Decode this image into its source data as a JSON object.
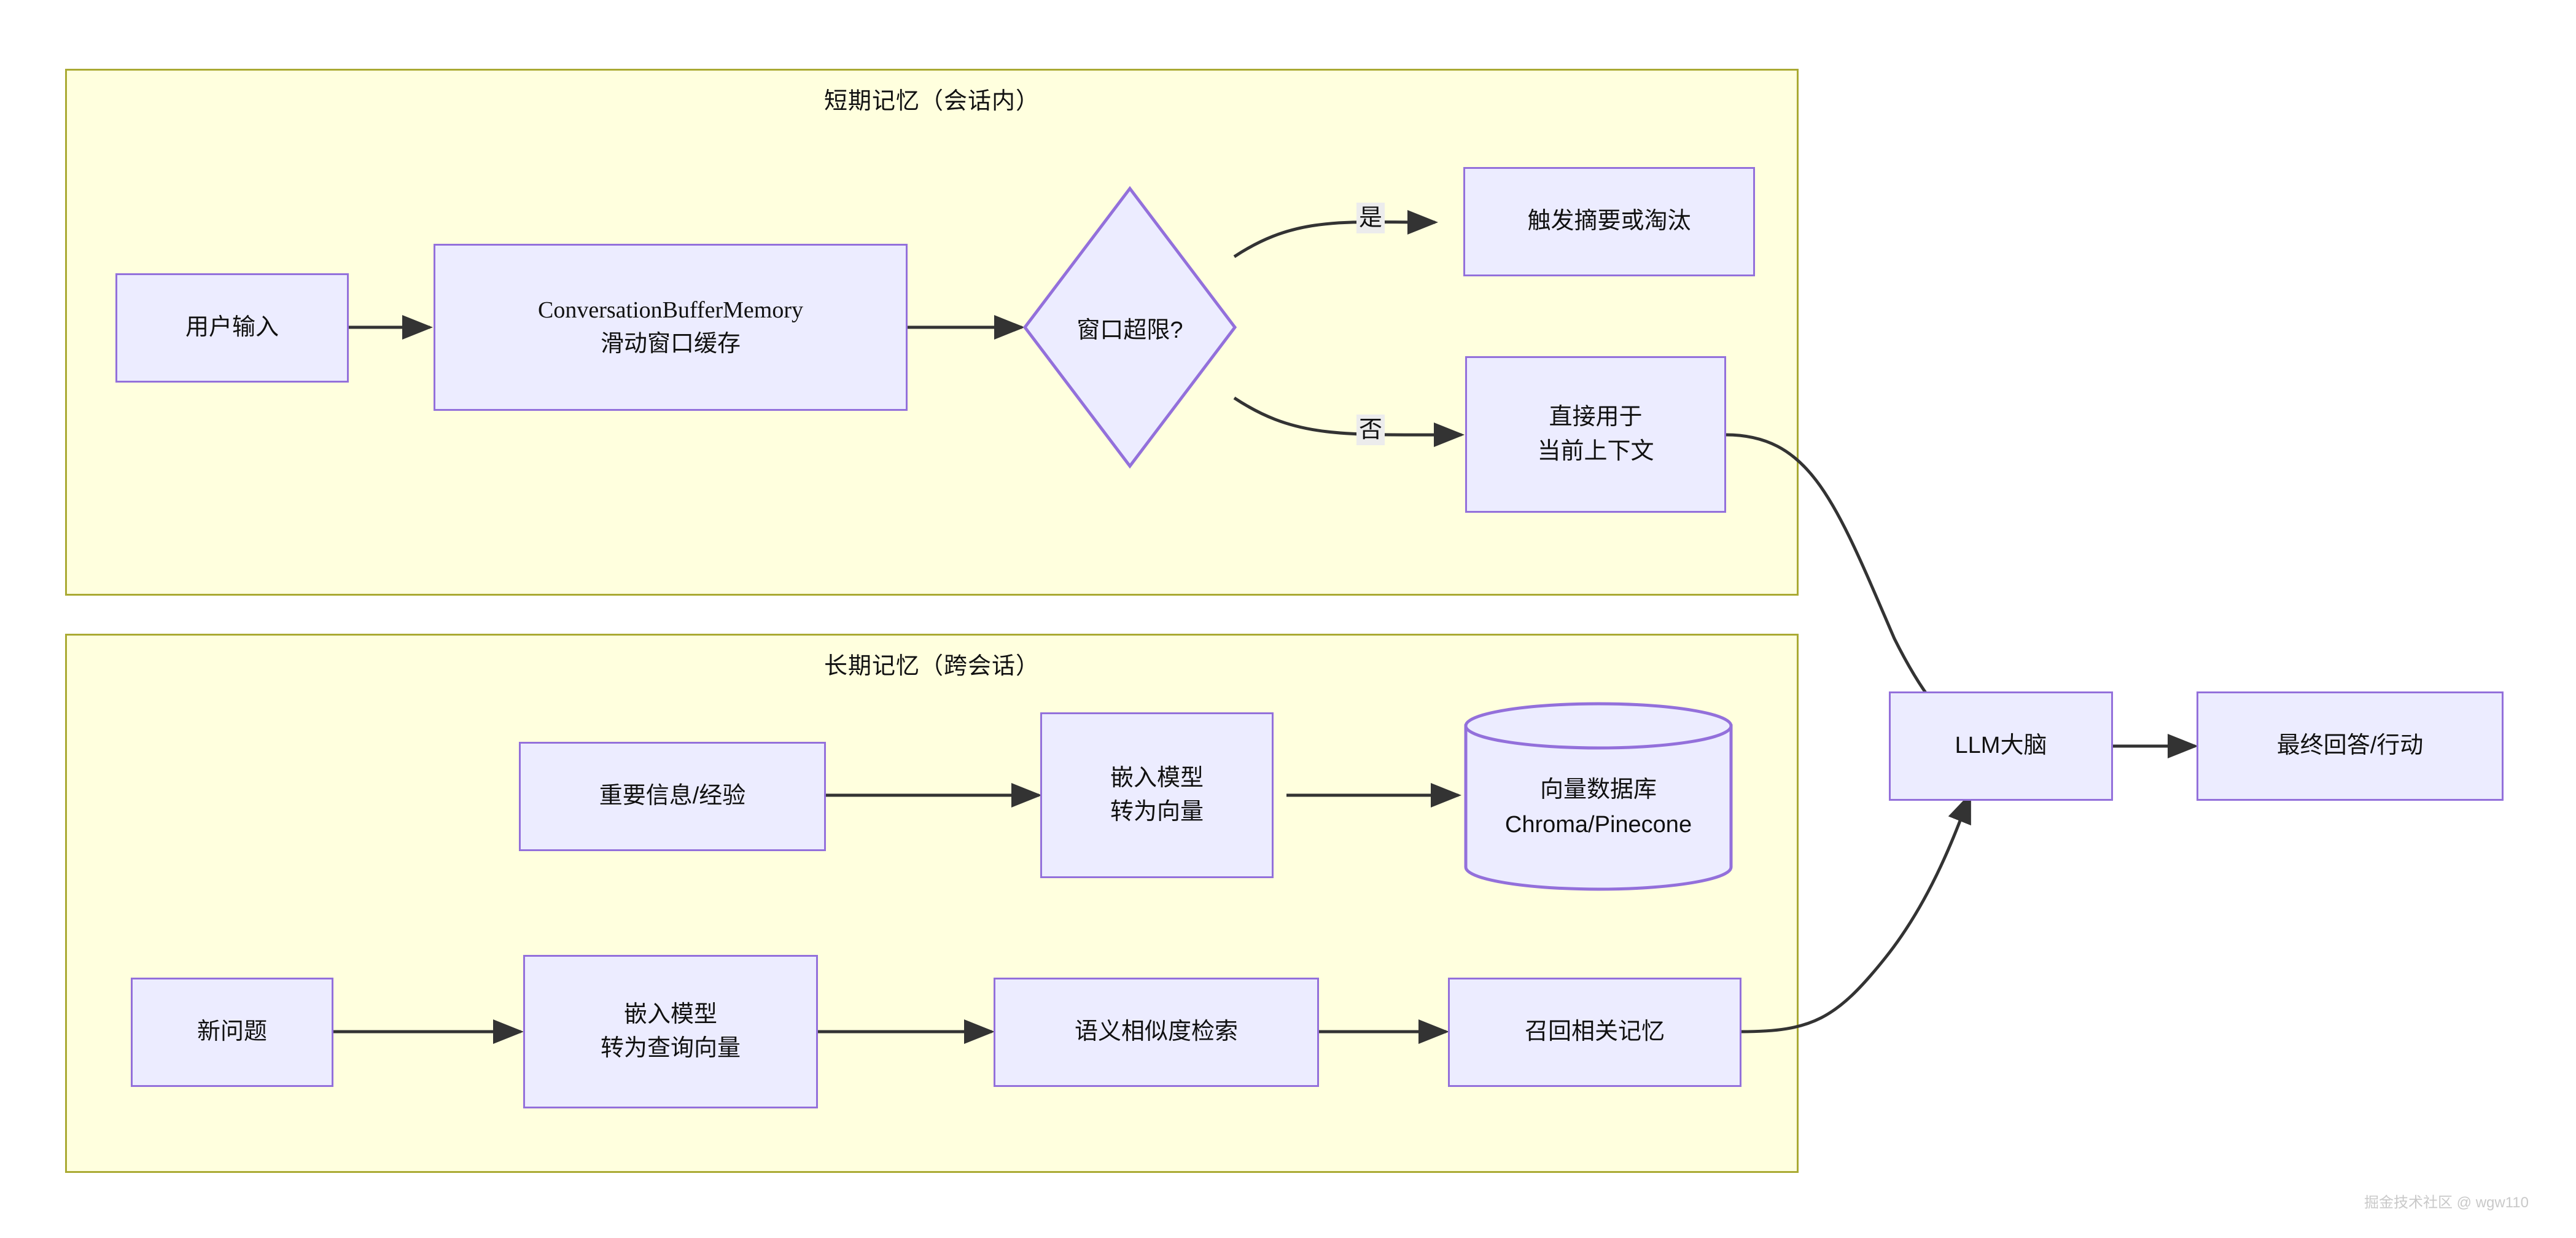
{
  "diagram": {
    "type": "flowchart",
    "direction": "left-to-right",
    "theme": {
      "node_fill": "#ececff",
      "node_border": "#9370db",
      "cluster_fill": "#ffffde",
      "cluster_border": "#aaaa33",
      "edge_color": "#333333",
      "edge_label_bg": "#ececec",
      "text_color": "#111111",
      "canvas": "#ffffff"
    },
    "clusters": [
      {
        "id": "short_term",
        "title": "短期记忆（会话内）"
      },
      {
        "id": "long_term",
        "title": "长期记忆（跨会话）"
      }
    ],
    "nodes": [
      {
        "id": "user_input",
        "shape": "rect",
        "lines": [
          "用户输入"
        ]
      },
      {
        "id": "buffer_mem",
        "shape": "rect",
        "lines": [
          "ConversationBufferMemory",
          "滑动窗口缓存"
        ]
      },
      {
        "id": "window_check",
        "shape": "diamond",
        "lines": [
          "窗口超限?"
        ]
      },
      {
        "id": "summarize",
        "shape": "rect",
        "lines": [
          "触发摘要或淘汰"
        ]
      },
      {
        "id": "direct_ctx",
        "shape": "rect",
        "lines": [
          "直接用于",
          "当前上下文"
        ]
      },
      {
        "id": "key_info",
        "shape": "rect",
        "lines": [
          "重要信息/经验"
        ]
      },
      {
        "id": "embed_store",
        "shape": "rect",
        "lines": [
          "嵌入模型",
          "转为向量"
        ]
      },
      {
        "id": "vector_db",
        "shape": "cylinder",
        "lines": [
          "向量数据库",
          "Chroma/Pinecone"
        ]
      },
      {
        "id": "new_question",
        "shape": "rect",
        "lines": [
          "新问题"
        ]
      },
      {
        "id": "embed_query",
        "shape": "rect",
        "lines": [
          "嵌入模型",
          "转为查询向量"
        ]
      },
      {
        "id": "semantic",
        "shape": "rect",
        "lines": [
          "语义相似度检索"
        ]
      },
      {
        "id": "recall",
        "shape": "rect",
        "lines": [
          "召回相关记忆"
        ]
      },
      {
        "id": "llm_brain",
        "shape": "rect",
        "lines": [
          "LLM大脑"
        ]
      },
      {
        "id": "final_answer",
        "shape": "rect",
        "lines": [
          "最终回答/行动"
        ]
      }
    ],
    "edges": [
      {
        "from": "user_input",
        "to": "buffer_mem",
        "label": ""
      },
      {
        "from": "buffer_mem",
        "to": "window_check",
        "label": ""
      },
      {
        "from": "window_check",
        "to": "summarize",
        "label": "是"
      },
      {
        "from": "window_check",
        "to": "direct_ctx",
        "label": "否"
      },
      {
        "from": "direct_ctx",
        "to": "llm_brain",
        "label": ""
      },
      {
        "from": "key_info",
        "to": "embed_store",
        "label": ""
      },
      {
        "from": "embed_store",
        "to": "vector_db",
        "label": ""
      },
      {
        "from": "new_question",
        "to": "embed_query",
        "label": ""
      },
      {
        "from": "embed_query",
        "to": "semantic",
        "label": ""
      },
      {
        "from": "semantic",
        "to": "recall",
        "label": ""
      },
      {
        "from": "recall",
        "to": "llm_brain",
        "label": ""
      },
      {
        "from": "llm_brain",
        "to": "final_answer",
        "label": ""
      }
    ],
    "edge_labels": {
      "yes": "是",
      "no": "否"
    }
  },
  "watermark": {
    "text": "掘金技术社区 @ wgw110"
  }
}
